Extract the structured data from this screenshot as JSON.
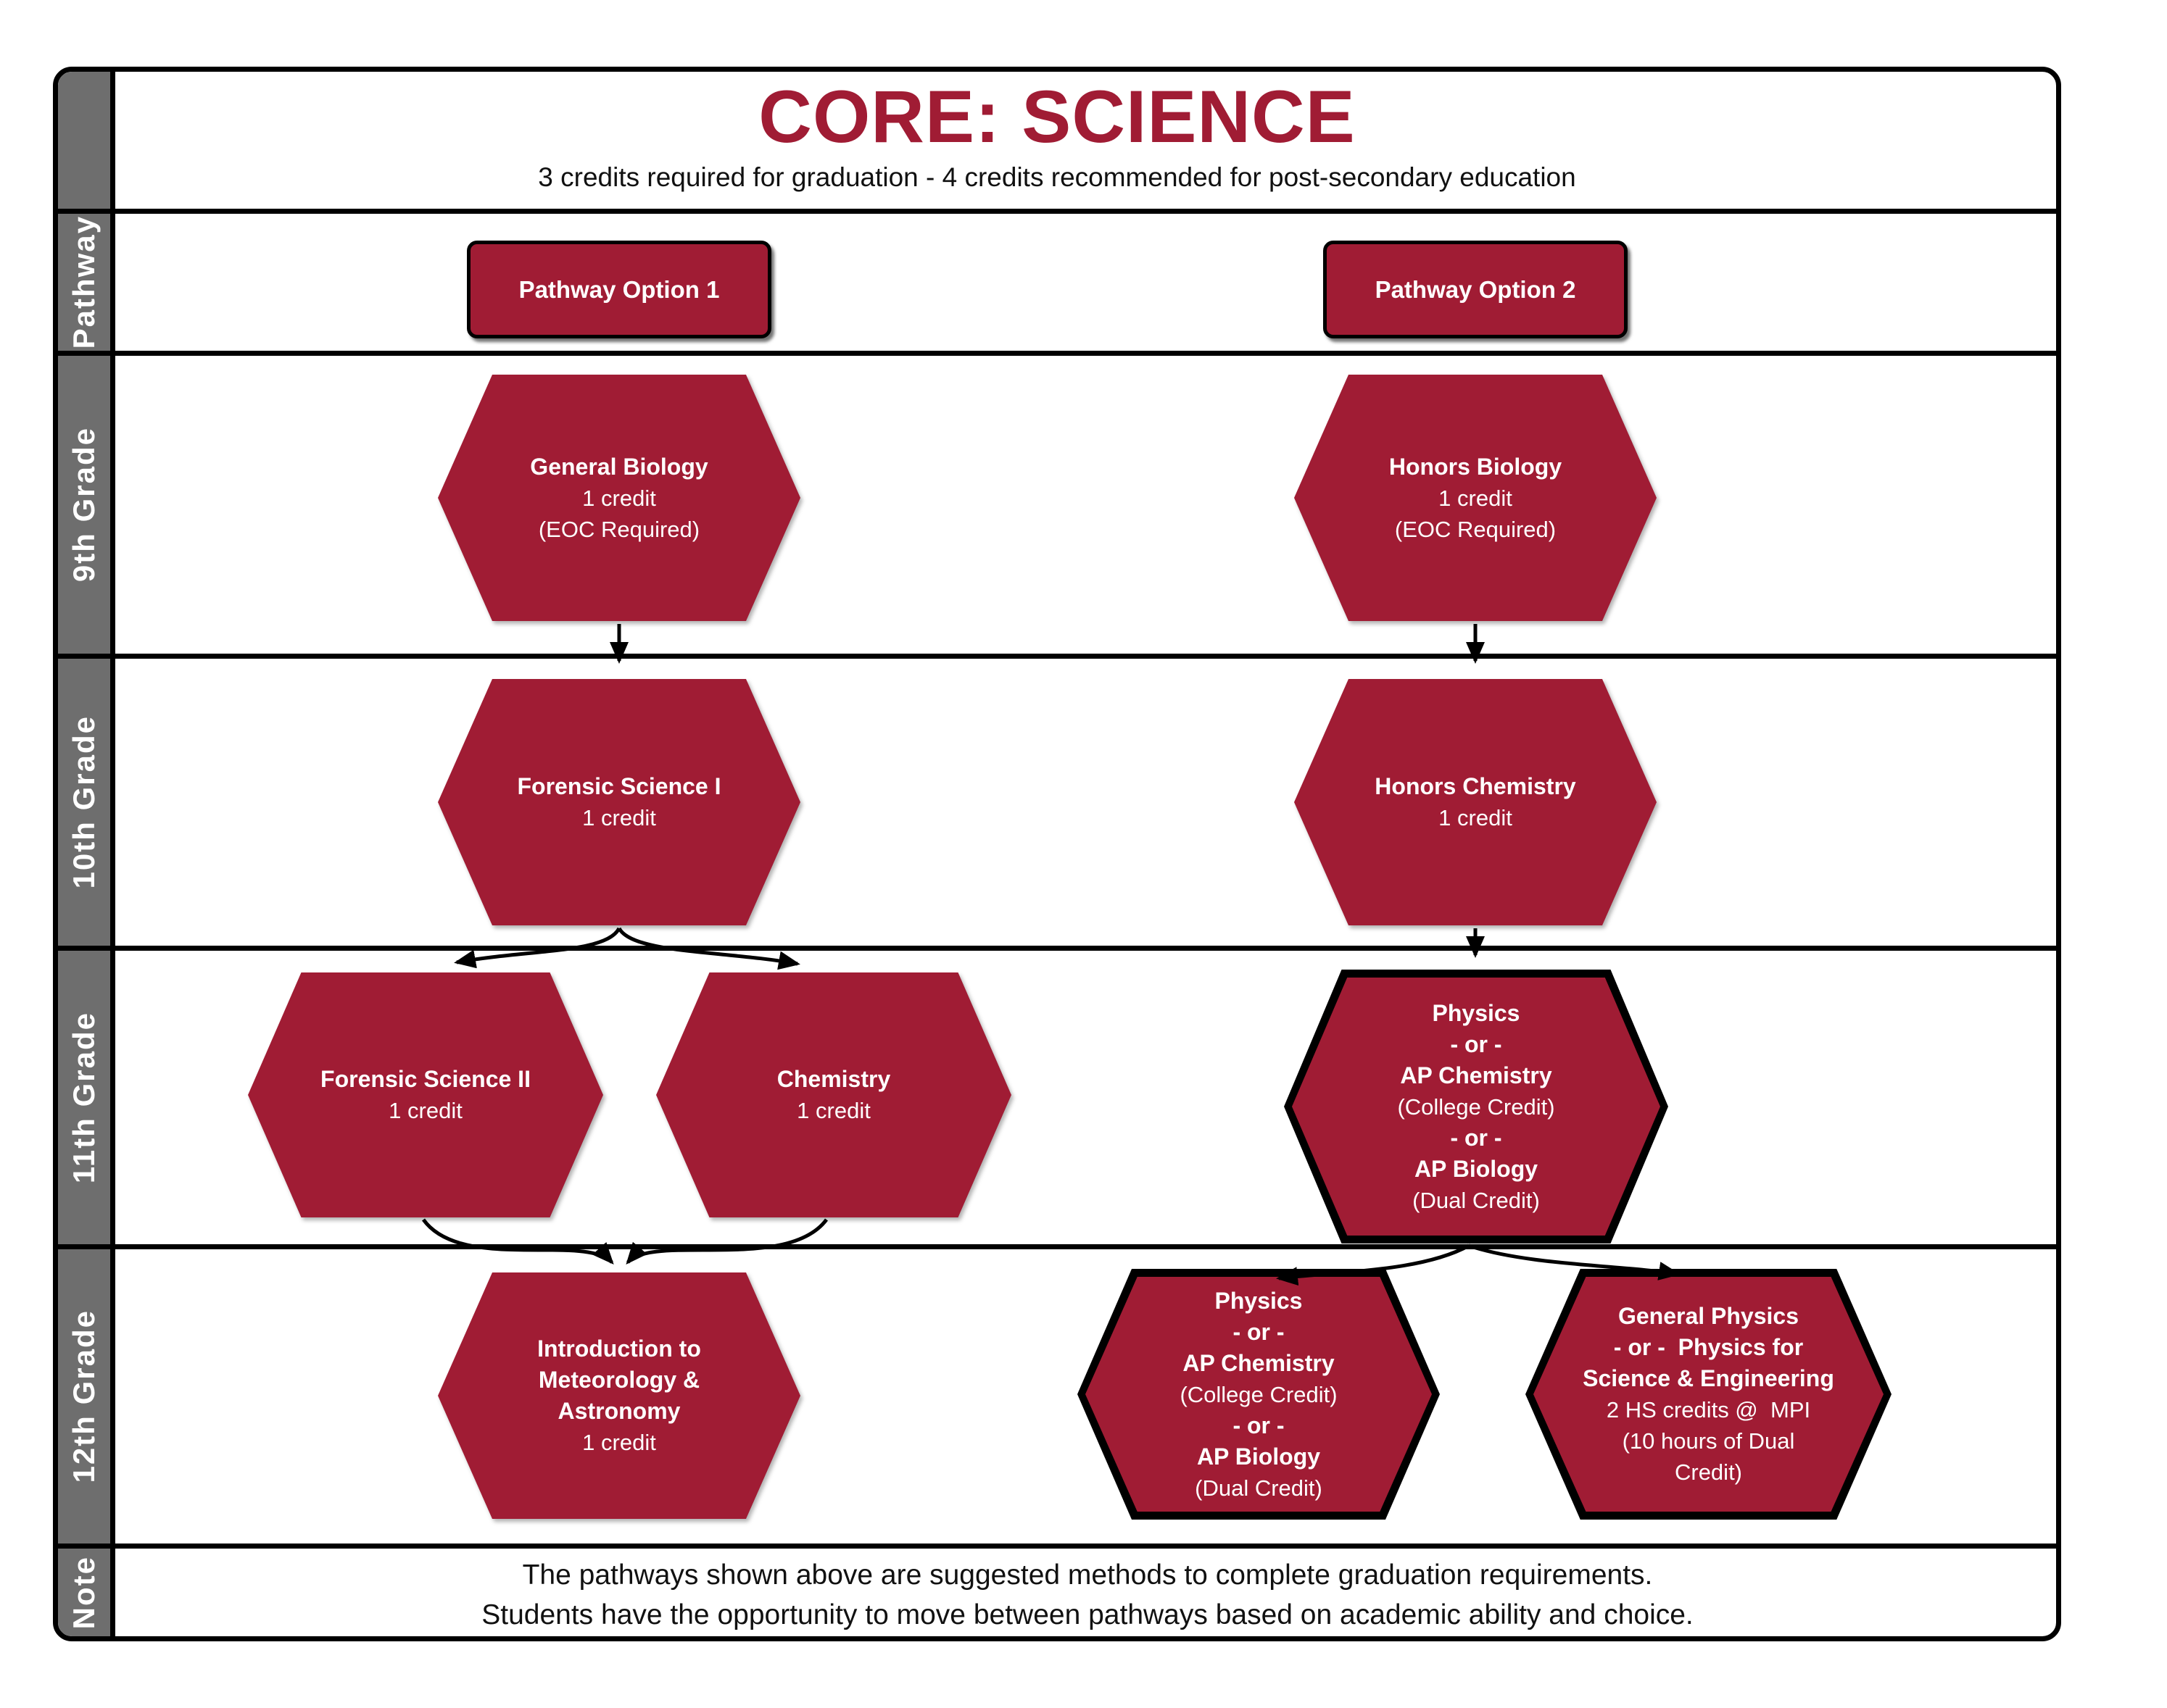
{
  "header": {
    "title": "CORE: SCIENCE",
    "subtitle": "3 credits required for graduation - 4 credits recommended for post-secondary education"
  },
  "sidebar": {
    "items": [
      "Pathway",
      "9th Grade",
      "10th Grade",
      "11th Grade",
      "12th Grade",
      "Note"
    ]
  },
  "pathways": {
    "option1": "Pathway Option 1",
    "option2": "Pathway Option 2"
  },
  "nodes": {
    "gen_bio": {
      "line1": "General Biology",
      "line2": "1 credit",
      "line3": "(EOC Required)"
    },
    "honors_bio": {
      "line1": "Honors Biology",
      "line2": "1 credit",
      "line3": "(EOC Required)"
    },
    "forensic1": {
      "line1": "Forensic Science I",
      "line2": "1 credit"
    },
    "honors_chem": {
      "line1": "Honors Chemistry",
      "line2": "1 credit"
    },
    "forensic2": {
      "line1": "Forensic Science II",
      "line2": "1 credit"
    },
    "chemistry": {
      "line1": "Chemistry",
      "line2": "1 credit"
    },
    "physics_ap11": {
      "line1": "Physics",
      "line2": "- or -",
      "line3": "AP Chemistry",
      "line4": "(College Credit)",
      "line5": "- or -",
      "line6": "AP Biology",
      "line7": "(Dual Credit)"
    },
    "intro_met": {
      "line1": "Introduction to",
      "line2": "Meteorology & Astronomy",
      "line3": "1 credit"
    },
    "physics_ap12": {
      "line1": "Physics",
      "line2": "- or -",
      "line3": "AP Chemistry",
      "line4": "(College Credit)",
      "line5": "- or -",
      "line6": "AP Biology",
      "line7": "(Dual Credit)"
    },
    "gen_physics": {
      "line1": "General Physics",
      "line2": "- or -  Physics for",
      "line3": "Science & Engineering",
      "line4": "2 HS credits @  MPI",
      "line5": "(10 hours of Dual",
      "line6": "Credit)"
    }
  },
  "note": {
    "line1": "The pathways shown above are suggested methods to complete graduation requirements.",
    "line2": "Students have the opportunity to move between pathways based on academic ability and choice."
  },
  "colors": {
    "crimson": "#A01C34",
    "sidebar_gray": "#6E6E6E",
    "border_black": "#000000",
    "text_white": "#FFFFFF"
  }
}
